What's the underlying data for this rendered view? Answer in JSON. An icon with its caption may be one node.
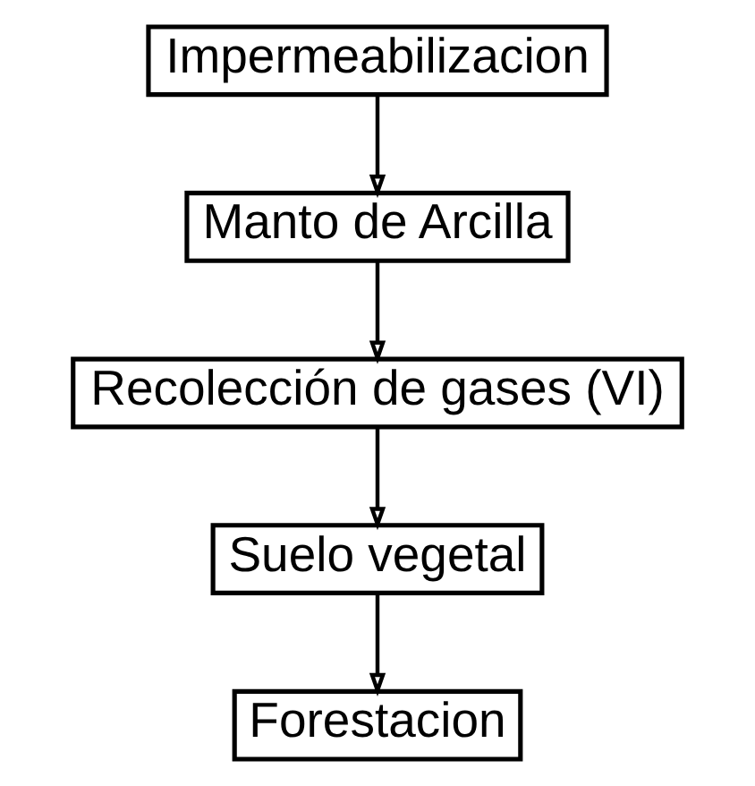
{
  "diagram": {
    "nodes": [
      {
        "text": [
          "Impermeabilizacion"
        ]
      },
      {
        "text": [
          "Manto de Arcilla"
        ]
      },
      {
        "text": [
          "Recolección de gases (VI)"
        ]
      },
      {
        "text": [
          "Suelo vegetal"
        ]
      },
      {
        "text": [
          "Forestacion"
        ]
      }
    ],
    "edges": [
      {
        "from": 0,
        "to": 1,
        "arrow": "to"
      },
      {
        "from": 1,
        "to": 2,
        "arrow": "to"
      },
      {
        "from": 2,
        "to": 3,
        "arrow": "to"
      },
      {
        "from": 3,
        "to": 4,
        "arrow": "to"
      }
    ]
  }
}
